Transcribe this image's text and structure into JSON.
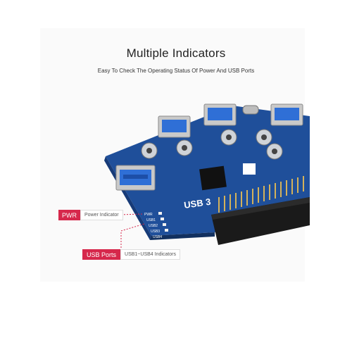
{
  "heading": {
    "title": "Multiple Indicators",
    "subtitle": "Easy To Check The Operating Status Of Power And USB Ports"
  },
  "callouts": {
    "pwr": {
      "label": "PWR",
      "description": "Power Indicator"
    },
    "usb": {
      "label": "USB Ports",
      "description": "USB1~USB4 Indicators"
    }
  },
  "board": {
    "silkscreen": "USB 3",
    "led_labels": [
      "PWR",
      "USB1",
      "USB2",
      "USB3",
      "USB4"
    ]
  },
  "colors": {
    "accent": "#d6274b",
    "pcb": "#1f4f9a",
    "connector": "#1a1a1a",
    "usb_port": "#2f6fd6",
    "pin_gold": "#d4b25a"
  }
}
